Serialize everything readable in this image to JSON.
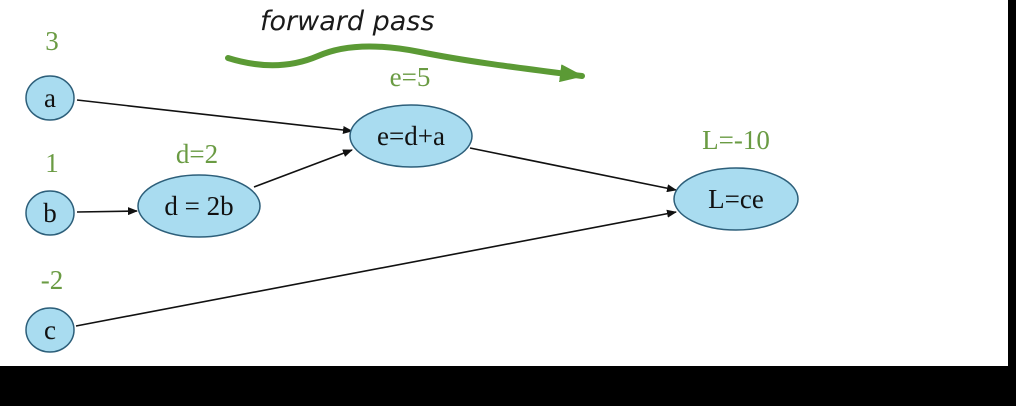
{
  "title": "forward pass",
  "colors": {
    "node_fill": "#a9dcf0",
    "node_stroke": "#2d5f7a",
    "value_text": "#6a9b43",
    "arrow": "#111111",
    "forward_arrow": "#5b9a35"
  },
  "nodes": {
    "a": {
      "label": "a",
      "value": "3"
    },
    "b": {
      "label": "b",
      "value": "1"
    },
    "c": {
      "label": "c",
      "value": "-2"
    },
    "d": {
      "label": "d = 2b",
      "value": "d=2"
    },
    "e": {
      "label": "e=d+a",
      "value": "e=5"
    },
    "L": {
      "label": "L=ce",
      "value": "L=-10"
    }
  },
  "edges": [
    {
      "from": "a",
      "to": "e"
    },
    {
      "from": "b",
      "to": "d"
    },
    {
      "from": "d",
      "to": "e"
    },
    {
      "from": "e",
      "to": "L"
    },
    {
      "from": "c",
      "to": "L"
    }
  ]
}
